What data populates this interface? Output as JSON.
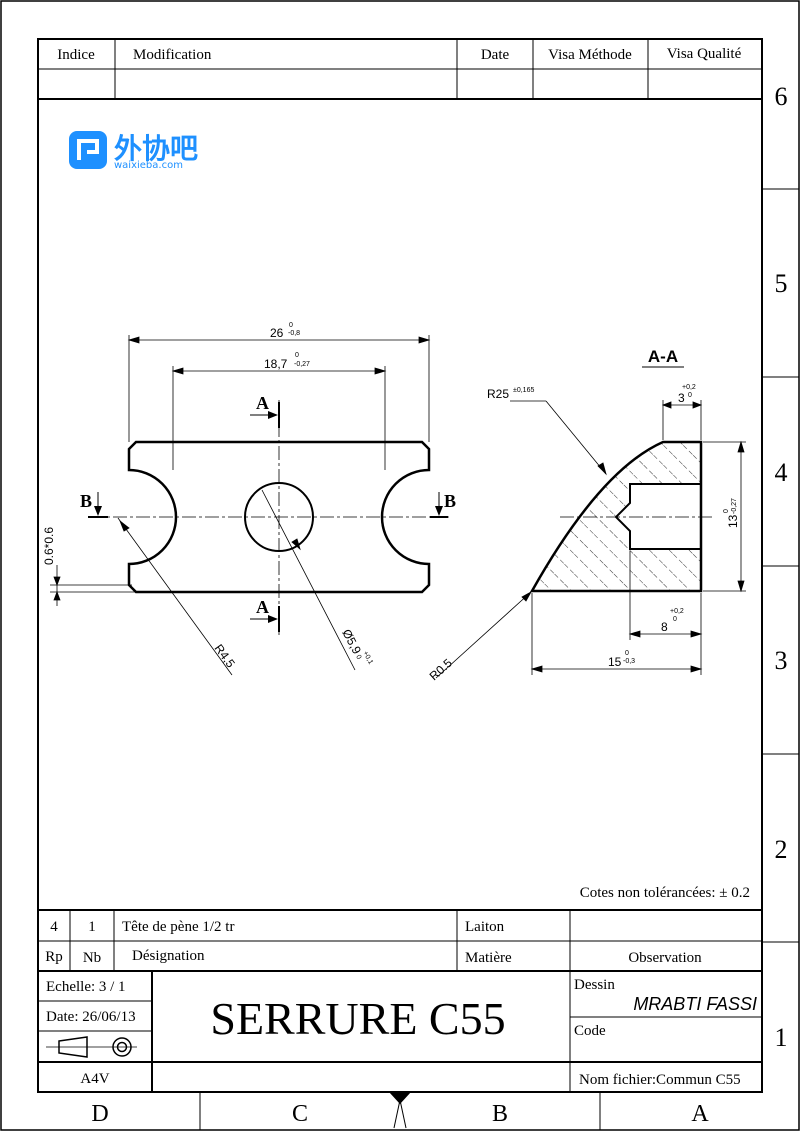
{
  "revision_table": {
    "headers": [
      "Indice",
      "Modification",
      "Date",
      "Visa Méthode",
      "Visa Qualité"
    ]
  },
  "watermark": {
    "brand": "外协吧",
    "url": "waixieba.com",
    "brand_color": "#1e90ff"
  },
  "zones": {
    "rows": [
      "6",
      "5",
      "4",
      "3",
      "2",
      "1"
    ],
    "columns": [
      "D",
      "C",
      "B",
      "A"
    ]
  },
  "front_view": {
    "dim_overall": "26",
    "dim_overall_tol_upper": "0",
    "dim_overall_tol_lower": "-0,8",
    "dim_inner": "18,7",
    "dim_inner_tol_upper": "0",
    "dim_inner_tol_lower": "-0,27",
    "section_label_a": "A",
    "section_label_b": "B",
    "dim_chamfer": "0.6*0.6",
    "dim_radius": "R4,5",
    "dim_hole": "Ø5,9",
    "dim_hole_tol_upper": "+0,1",
    "dim_hole_tol_lower": "0"
  },
  "section_view": {
    "title": "A-A",
    "dim_arc_radius": "R25",
    "dim_arc_radius_tol": "±0,165",
    "dim_top": "3",
    "dim_top_tol_upper": "+0,2",
    "dim_top_tol_lower": "0",
    "dim_height": "13",
    "dim_height_tol_upper": "0",
    "dim_height_tol_lower": "-0,27",
    "dim_bore_depth": "8",
    "dim_bore_depth_tol_upper": "+0,2",
    "dim_bore_depth_tol_lower": "0",
    "dim_length": "15",
    "dim_length_tol_upper": "0",
    "dim_length_tol_lower": "-0,3",
    "dim_corner_radius": "R0.5"
  },
  "tolerance_note": "Cotes non tolérancées: ± 0.2",
  "parts_list": {
    "row": {
      "rp": "4",
      "nb": "1",
      "designation": "Tête de pène 1/2 tr",
      "material": "Laiton",
      "observation": ""
    },
    "headers": {
      "rp": "Rp",
      "nb": "Nb",
      "designation": "Désignation",
      "material": "Matière",
      "observation": "Observation"
    }
  },
  "title_block": {
    "scale": "Echelle:  3 / 1",
    "date": "Date: 26/06/13",
    "format": "A4V",
    "title": "SERRURE C55",
    "dessin_label": "Dessin",
    "dessin_value": "MRABTI  FASSI",
    "code_label": "Code",
    "code_value": "",
    "file_name": "Nom fichier:Commun C55"
  }
}
